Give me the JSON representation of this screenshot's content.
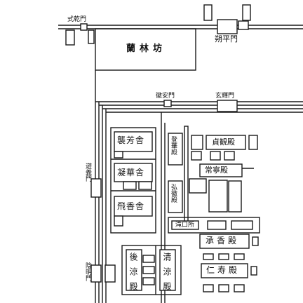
{
  "labels": {
    "shikiken_mon": "式乾門",
    "sakuhei_mon": "朔平門",
    "ranrin_bo": "蘭林坊",
    "kian_mon": "徽安門",
    "genki_mon": "玄輝門",
    "shuho_sha": "襲芳舎",
    "toka_den": "登華殿",
    "jokan_den": "貞観殿",
    "jonei_den": "常寧殿",
    "gyoka_sha": "凝華舎",
    "kouki_den": "弘徽殿",
    "koryo_den": "後涼殿",
    "higyo_sha": "飛香舎",
    "yugi_mon": "遊義門",
    "takiguchi": "滝口所",
    "shokyo_den": "承香殿",
    "seiryo_den": "清涼殿",
    "jinju_den": "仁寿殿",
    "inmei_mon": "陰明門"
  }
}
